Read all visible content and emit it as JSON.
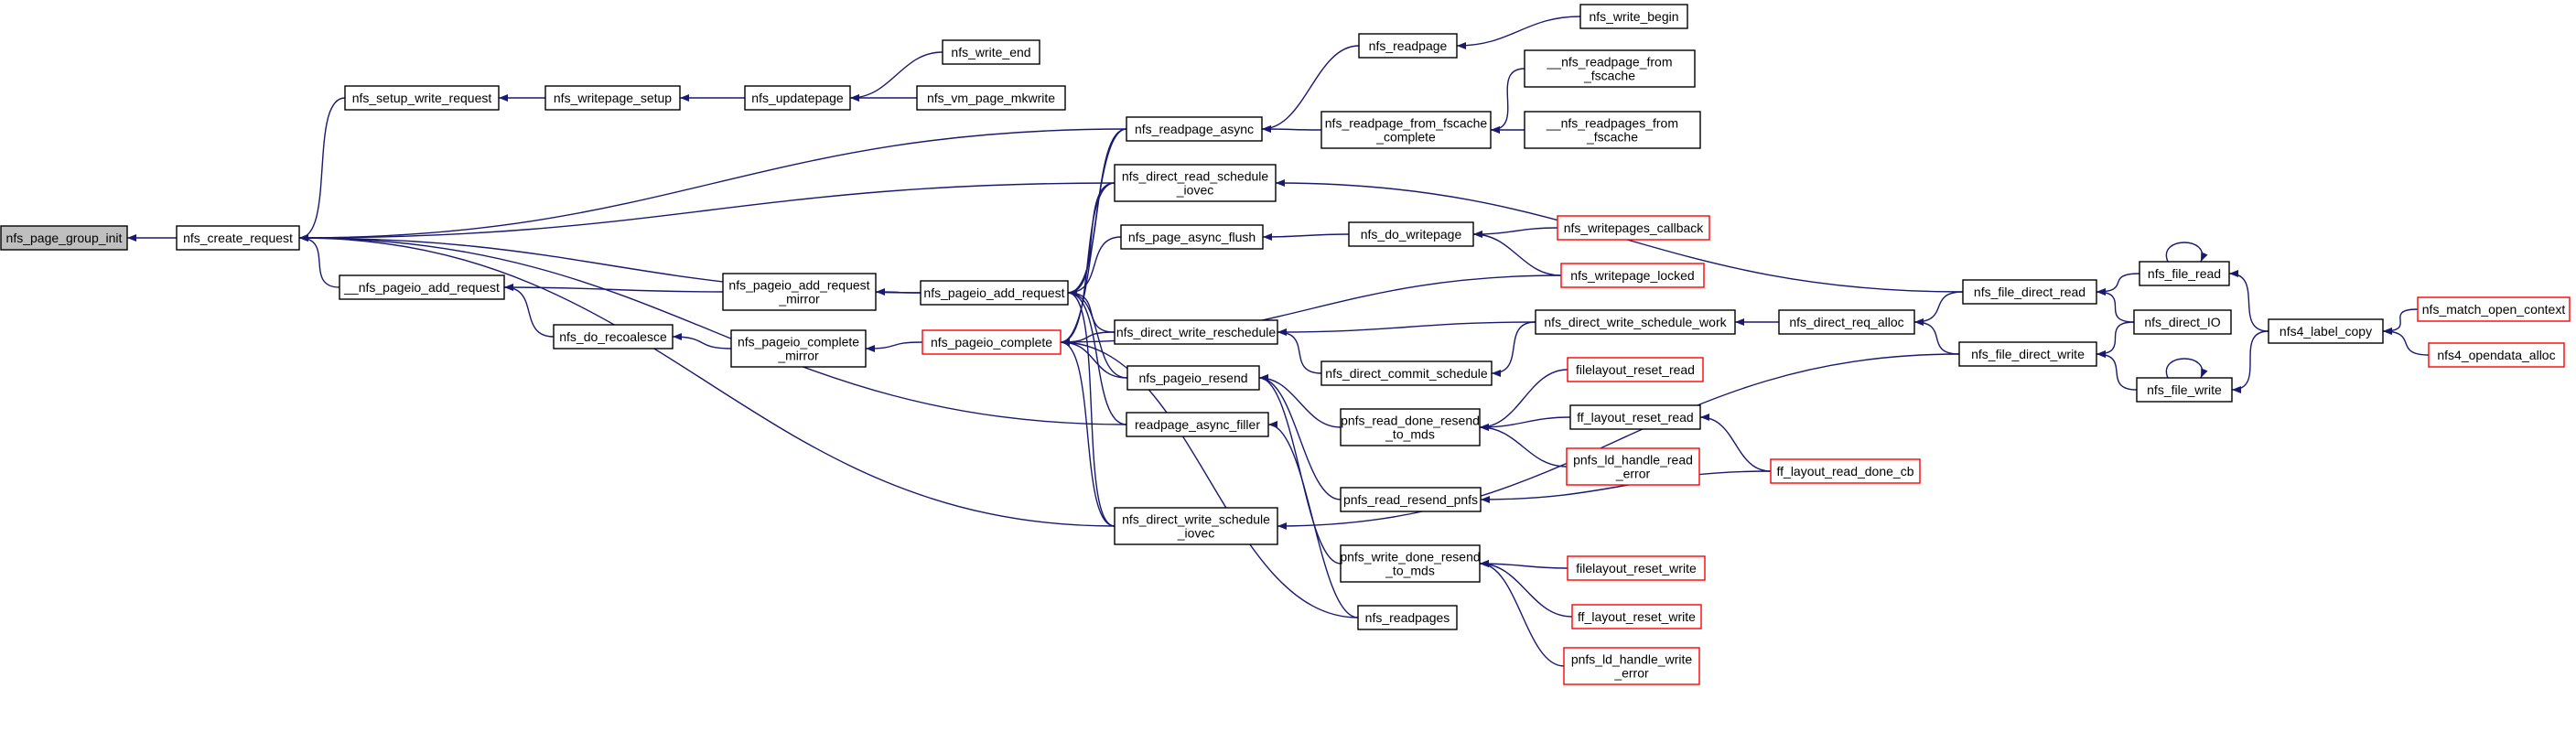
{
  "colors": {
    "edge": "#191970",
    "node_border": "#000000",
    "truncated_border": "#ff0000",
    "root_fill": "#bfbfbf",
    "background": "#ffffff"
  },
  "nodes": [
    {
      "id": "nfs_page_group_init",
      "lines": [
        "nfs_page_group_init"
      ],
      "style": "root"
    },
    {
      "id": "nfs_create_request",
      "lines": [
        "nfs_create_request"
      ],
      "style": "normal"
    },
    {
      "id": "nfs_setup_write_request",
      "lines": [
        "nfs_setup_write_request"
      ],
      "style": "normal"
    },
    {
      "id": "nfs_writepage_setup",
      "lines": [
        "nfs_writepage_setup"
      ],
      "style": "normal"
    },
    {
      "id": "nfs_updatepage",
      "lines": [
        "nfs_updatepage"
      ],
      "style": "normal"
    },
    {
      "id": "nfs_write_end",
      "lines": [
        "nfs_write_end"
      ],
      "style": "normal"
    },
    {
      "id": "nfs_vm_page_mkwrite",
      "lines": [
        "nfs_vm_page_mkwrite"
      ],
      "style": "normal"
    },
    {
      "id": "nfs_readpage",
      "lines": [
        "nfs_readpage"
      ],
      "style": "normal"
    },
    {
      "id": "nfs_write_begin",
      "lines": [
        "nfs_write_begin"
      ],
      "style": "normal"
    },
    {
      "id": "__nfs_readpage_from_fscache",
      "lines": [
        "__nfs_readpage_from",
        "_fscache"
      ],
      "style": "normal"
    },
    {
      "id": "__nfs_readpages_from_fscache",
      "lines": [
        "__nfs_readpages_from",
        "_fscache"
      ],
      "style": "normal"
    },
    {
      "id": "nfs_readpage_async",
      "lines": [
        "nfs_readpage_async"
      ],
      "style": "normal"
    },
    {
      "id": "nfs_readpage_from_fscache_complete",
      "lines": [
        "nfs_readpage_from_fscache",
        "_complete"
      ],
      "style": "normal"
    },
    {
      "id": "nfs_direct_read_schedule_iovec",
      "lines": [
        "nfs_direct_read_schedule",
        "_iovec"
      ],
      "style": "normal"
    },
    {
      "id": "nfs_page_async_flush",
      "lines": [
        "nfs_page_async_flush"
      ],
      "style": "normal"
    },
    {
      "id": "nfs_do_writepage",
      "lines": [
        "nfs_do_writepage"
      ],
      "style": "normal"
    },
    {
      "id": "nfs_writepages_callback",
      "lines": [
        "nfs_writepages_callback"
      ],
      "style": "red"
    },
    {
      "id": "nfs_writepage_locked",
      "lines": [
        "nfs_writepage_locked"
      ],
      "style": "red"
    },
    {
      "id": "__nfs_pageio_add_request",
      "lines": [
        "__nfs_pageio_add_request"
      ],
      "style": "normal"
    },
    {
      "id": "nfs_pageio_add_request_mirror",
      "lines": [
        "nfs_pageio_add_request",
        "_mirror"
      ],
      "style": "normal"
    },
    {
      "id": "nfs_pageio_add_request",
      "lines": [
        "nfs_pageio_add_request"
      ],
      "style": "normal"
    },
    {
      "id": "nfs_do_recoalesce",
      "lines": [
        "nfs_do_recoalesce"
      ],
      "style": "normal"
    },
    {
      "id": "nfs_pageio_complete_mirror",
      "lines": [
        "nfs_pageio_complete",
        "_mirror"
      ],
      "style": "normal"
    },
    {
      "id": "nfs_pageio_complete",
      "lines": [
        "nfs_pageio_complete"
      ],
      "style": "red"
    },
    {
      "id": "nfs_direct_write_reschedule",
      "lines": [
        "nfs_direct_write_reschedule"
      ],
      "style": "normal"
    },
    {
      "id": "nfs_direct_write_schedule_work",
      "lines": [
        "nfs_direct_write_schedule_work"
      ],
      "style": "normal"
    },
    {
      "id": "nfs_direct_commit_schedule",
      "lines": [
        "nfs_direct_commit_schedule"
      ],
      "style": "normal"
    },
    {
      "id": "nfs_direct_req_alloc",
      "lines": [
        "nfs_direct_req_alloc"
      ],
      "style": "normal"
    },
    {
      "id": "nfs_file_direct_read",
      "lines": [
        "nfs_file_direct_read"
      ],
      "style": "normal"
    },
    {
      "id": "nfs_file_direct_write",
      "lines": [
        "nfs_file_direct_write"
      ],
      "style": "normal"
    },
    {
      "id": "nfs_file_read",
      "lines": [
        "nfs_file_read"
      ],
      "style": "normal"
    },
    {
      "id": "nfs_direct_IO",
      "lines": [
        "nfs_direct_IO"
      ],
      "style": "normal"
    },
    {
      "id": "nfs_file_write",
      "lines": [
        "nfs_file_write"
      ],
      "style": "normal"
    },
    {
      "id": "nfs4_label_copy",
      "lines": [
        "nfs4_label_copy"
      ],
      "style": "normal"
    },
    {
      "id": "nfs_match_open_context",
      "lines": [
        "nfs_match_open_context"
      ],
      "style": "red"
    },
    {
      "id": "nfs4_opendata_alloc",
      "lines": [
        "nfs4_opendata_alloc"
      ],
      "style": "red"
    },
    {
      "id": "nfs_pageio_resend",
      "lines": [
        "nfs_pageio_resend"
      ],
      "style": "normal"
    },
    {
      "id": "readpage_async_filler",
      "lines": [
        "readpage_async_filler"
      ],
      "style": "normal"
    },
    {
      "id": "pnfs_read_done_resend_to_mds",
      "lines": [
        "pnfs_read_done_resend",
        "_to_mds"
      ],
      "style": "normal"
    },
    {
      "id": "filelayout_reset_read",
      "lines": [
        "filelayout_reset_read"
      ],
      "style": "red"
    },
    {
      "id": "ff_layout_reset_read",
      "lines": [
        "ff_layout_reset_read"
      ],
      "style": "normal"
    },
    {
      "id": "pnfs_ld_handle_read_error",
      "lines": [
        "pnfs_ld_handle_read",
        "_error"
      ],
      "style": "red"
    },
    {
      "id": "ff_layout_read_done_cb",
      "lines": [
        "ff_layout_read_done_cb"
      ],
      "style": "red"
    },
    {
      "id": "pnfs_read_resend_pnfs",
      "lines": [
        "pnfs_read_resend_pnfs"
      ],
      "style": "normal"
    },
    {
      "id": "nfs_direct_write_schedule_iovec",
      "lines": [
        "nfs_direct_write_schedule",
        "_iovec"
      ],
      "style": "normal"
    },
    {
      "id": "pnfs_write_done_resend_to_mds",
      "lines": [
        "pnfs_write_done_resend",
        "_to_mds"
      ],
      "style": "normal"
    },
    {
      "id": "filelayout_reset_write",
      "lines": [
        "filelayout_reset_write"
      ],
      "style": "red"
    },
    {
      "id": "ff_layout_reset_write",
      "lines": [
        "ff_layout_reset_write"
      ],
      "style": "red"
    },
    {
      "id": "pnfs_ld_handle_write_error",
      "lines": [
        "pnfs_ld_handle_write",
        "_error"
      ],
      "style": "red"
    },
    {
      "id": "nfs_readpages",
      "lines": [
        "nfs_readpages"
      ],
      "style": "normal"
    }
  ],
  "edges": [
    {
      "from": "nfs_create_request",
      "to": "nfs_page_group_init"
    },
    {
      "from": "nfs_setup_write_request",
      "to": "nfs_create_request"
    },
    {
      "from": "nfs_readpage_async",
      "to": "nfs_create_request"
    },
    {
      "from": "nfs_direct_read_schedule_iovec",
      "to": "nfs_create_request"
    },
    {
      "from": "nfs_pageio_add_request",
      "to": "nfs_create_request"
    },
    {
      "from": "__nfs_pageio_add_request",
      "to": "nfs_create_request"
    },
    {
      "from": "readpage_async_filler",
      "to": "nfs_create_request"
    },
    {
      "from": "nfs_direct_write_schedule_iovec",
      "to": "nfs_create_request"
    },
    {
      "from": "nfs_writepage_setup",
      "to": "nfs_setup_write_request"
    },
    {
      "from": "nfs_updatepage",
      "to": "nfs_writepage_setup"
    },
    {
      "from": "nfs_write_end",
      "to": "nfs_updatepage"
    },
    {
      "from": "nfs_vm_page_mkwrite",
      "to": "nfs_updatepage"
    },
    {
      "from": "nfs_readpage",
      "to": "nfs_readpage_async"
    },
    {
      "from": "nfs_readpage_from_fscache_complete",
      "to": "nfs_readpage_async"
    },
    {
      "from": "nfs_write_begin",
      "to": "nfs_readpage"
    },
    {
      "from": "__nfs_readpage_from_fscache",
      "to": "nfs_readpage_from_fscache_complete"
    },
    {
      "from": "__nfs_readpages_from_fscache",
      "to": "nfs_readpage_from_fscache_complete"
    },
    {
      "from": "nfs_file_direct_read",
      "to": "nfs_direct_read_schedule_iovec"
    },
    {
      "from": "nfs_do_writepage",
      "to": "nfs_page_async_flush"
    },
    {
      "from": "nfs_writepages_callback",
      "to": "nfs_do_writepage"
    },
    {
      "from": "nfs_writepage_locked",
      "to": "nfs_do_writepage"
    },
    {
      "from": "nfs_pageio_add_request_mirror",
      "to": "__nfs_pageio_add_request"
    },
    {
      "from": "nfs_do_recoalesce",
      "to": "__nfs_pageio_add_request"
    },
    {
      "from": "nfs_pageio_complete_mirror",
      "to": "nfs_do_recoalesce"
    },
    {
      "from": "nfs_pageio_add_request",
      "to": "nfs_pageio_add_request_mirror"
    },
    {
      "from": "nfs_pageio_complete",
      "to": "nfs_pageio_complete_mirror"
    },
    {
      "from": "nfs_readpage_async",
      "to": "nfs_pageio_add_request"
    },
    {
      "from": "nfs_direct_read_schedule_iovec",
      "to": "nfs_pageio_add_request"
    },
    {
      "from": "nfs_page_async_flush",
      "to": "nfs_pageio_add_request"
    },
    {
      "from": "nfs_direct_write_reschedule",
      "to": "nfs_pageio_add_request"
    },
    {
      "from": "nfs_pageio_resend",
      "to": "nfs_pageio_add_request"
    },
    {
      "from": "readpage_async_filler",
      "to": "nfs_pageio_add_request"
    },
    {
      "from": "nfs_direct_write_schedule_iovec",
      "to": "nfs_pageio_add_request"
    },
    {
      "from": "nfs_readpage_async",
      "to": "nfs_pageio_complete"
    },
    {
      "from": "nfs_direct_read_schedule_iovec",
      "to": "nfs_pageio_complete"
    },
    {
      "from": "nfs_writepage_locked",
      "to": "nfs_pageio_complete"
    },
    {
      "from": "nfs_direct_write_reschedule",
      "to": "nfs_pageio_complete"
    },
    {
      "from": "nfs_pageio_resend",
      "to": "nfs_pageio_complete"
    },
    {
      "from": "nfs_direct_write_schedule_iovec",
      "to": "nfs_pageio_complete"
    },
    {
      "from": "nfs_readpages",
      "to": "nfs_pageio_complete"
    },
    {
      "from": "nfs_direct_write_schedule_work",
      "to": "nfs_direct_write_reschedule"
    },
    {
      "from": "nfs_direct_commit_schedule",
      "to": "nfs_direct_write_reschedule"
    },
    {
      "from": "nfs_direct_write_schedule_work",
      "to": "nfs_direct_commit_schedule"
    },
    {
      "from": "nfs_direct_req_alloc",
      "to": "nfs_direct_write_schedule_work"
    },
    {
      "from": "nfs_file_direct_read",
      "to": "nfs_direct_req_alloc"
    },
    {
      "from": "nfs_file_direct_write",
      "to": "nfs_direct_req_alloc"
    },
    {
      "from": "nfs_file_read",
      "to": "nfs_file_direct_read"
    },
    {
      "from": "nfs_direct_IO",
      "to": "nfs_file_direct_read"
    },
    {
      "from": "nfs_file_read",
      "to": "nfs_file_read",
      "loop": true
    },
    {
      "from": "nfs4_label_copy",
      "to": "nfs_file_read"
    },
    {
      "from": "nfs_file_write",
      "to": "nfs_file_direct_write"
    },
    {
      "from": "nfs_direct_IO",
      "to": "nfs_file_direct_write"
    },
    {
      "from": "nfs_file_write",
      "to": "nfs_file_write",
      "loop": true
    },
    {
      "from": "nfs4_label_copy",
      "to": "nfs_file_write"
    },
    {
      "from": "nfs_match_open_context",
      "to": "nfs4_label_copy"
    },
    {
      "from": "nfs4_opendata_alloc",
      "to": "nfs4_label_copy"
    },
    {
      "from": "pnfs_read_done_resend_to_mds",
      "to": "nfs_pageio_resend"
    },
    {
      "from": "pnfs_read_resend_pnfs",
      "to": "nfs_pageio_resend"
    },
    {
      "from": "pnfs_write_done_resend_to_mds",
      "to": "nfs_pageio_resend"
    },
    {
      "from": "nfs_readpages",
      "to": "readpage_async_filler"
    },
    {
      "from": "filelayout_reset_read",
      "to": "pnfs_read_done_resend_to_mds"
    },
    {
      "from": "ff_layout_reset_read",
      "to": "pnfs_read_done_resend_to_mds"
    },
    {
      "from": "pnfs_ld_handle_read_error",
      "to": "pnfs_read_done_resend_to_mds"
    },
    {
      "from": "ff_layout_read_done_cb",
      "to": "ff_layout_reset_read"
    },
    {
      "from": "ff_layout_read_done_cb",
      "to": "pnfs_read_resend_pnfs"
    },
    {
      "from": "nfs_file_direct_write",
      "to": "nfs_direct_write_schedule_iovec"
    },
    {
      "from": "filelayout_reset_write",
      "to": "pnfs_write_done_resend_to_mds"
    },
    {
      "from": "ff_layout_reset_write",
      "to": "pnfs_write_done_resend_to_mds"
    },
    {
      "from": "pnfs_ld_handle_write_error",
      "to": "pnfs_write_done_resend_to_mds"
    }
  ]
}
